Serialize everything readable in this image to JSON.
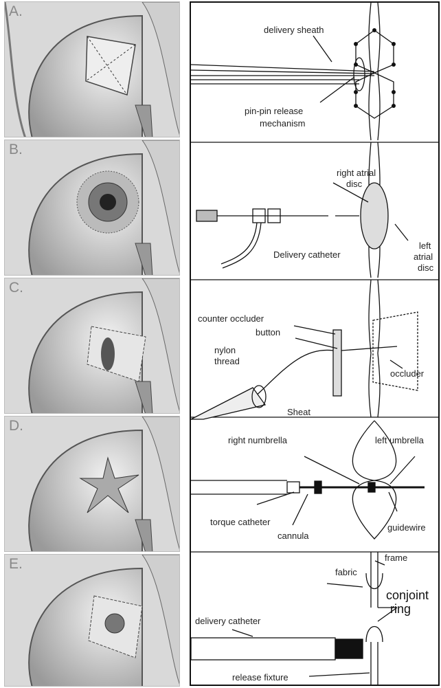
{
  "panels": [
    {
      "letter": "A."
    },
    {
      "letter": "B."
    },
    {
      "letter": "C."
    },
    {
      "letter": "D."
    },
    {
      "letter": "E."
    }
  ],
  "labels": {
    "a": {
      "sheath": "delivery sheath",
      "pin1": "pin-pin release",
      "pin2": "mechanism"
    },
    "b": {
      "ra1": "right atrial",
      "ra2": "disc",
      "cath": "Delivery catheter",
      "la1": "left",
      "la2": "atrial",
      "la3": "disc"
    },
    "c": {
      "counter": "counter occluder",
      "button": "button",
      "nylon1": "nylon",
      "nylon2": "thread",
      "occluder": "occluder",
      "sheat": "Sheat"
    },
    "d": {
      "right": "right numbrella",
      "left": "left umbrella",
      "torque": "torque catheter",
      "cannula": "cannula",
      "guidewire": "guidewire"
    },
    "e": {
      "fabric": "fabric",
      "frame": "frame",
      "conjoint1": "conjoint",
      "conjoint2": "ring",
      "cath": "delivery catheter",
      "release": "release fixture"
    }
  }
}
